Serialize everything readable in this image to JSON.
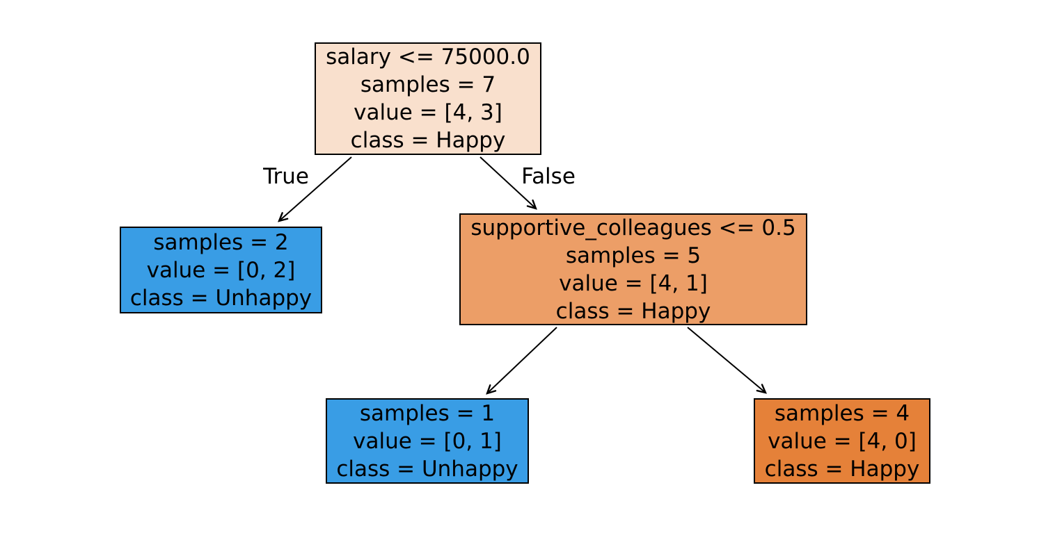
{
  "diagram": {
    "type": "decision-tree",
    "background": "#ffffff",
    "colors": {
      "root_fill": "#f9e0cd",
      "unhappy_leaf_fill": "#399de5",
      "internal_fill": "#ec9e67",
      "happy_leaf_fill": "#e58139",
      "node_border": "#000000",
      "edge_stroke": "#000000",
      "text": "#000000"
    },
    "edges": {
      "root_to_left_label": "True",
      "root_to_internal_label": "False"
    },
    "nodes": {
      "root": {
        "fill": "#f9e0cd",
        "lines": [
          "salary <= 75000.0",
          "samples = 7",
          "value = [4, 3]",
          "class = Happy"
        ]
      },
      "left_leaf": {
        "fill": "#399de5",
        "lines": [
          "samples = 2",
          "value = [0, 2]",
          "class = Unhappy"
        ]
      },
      "internal": {
        "fill": "#ec9e67",
        "lines": [
          "supportive_colleagues <= 0.5",
          "samples = 5",
          "value = [4, 1]",
          "class = Happy"
        ]
      },
      "bottom_left_leaf": {
        "fill": "#399de5",
        "lines": [
          "samples = 1",
          "value = [0, 1]",
          "class = Unhappy"
        ]
      },
      "bottom_right_leaf": {
        "fill": "#e58139",
        "lines": [
          "samples = 4",
          "value = [4, 0]",
          "class = Happy"
        ]
      }
    }
  }
}
